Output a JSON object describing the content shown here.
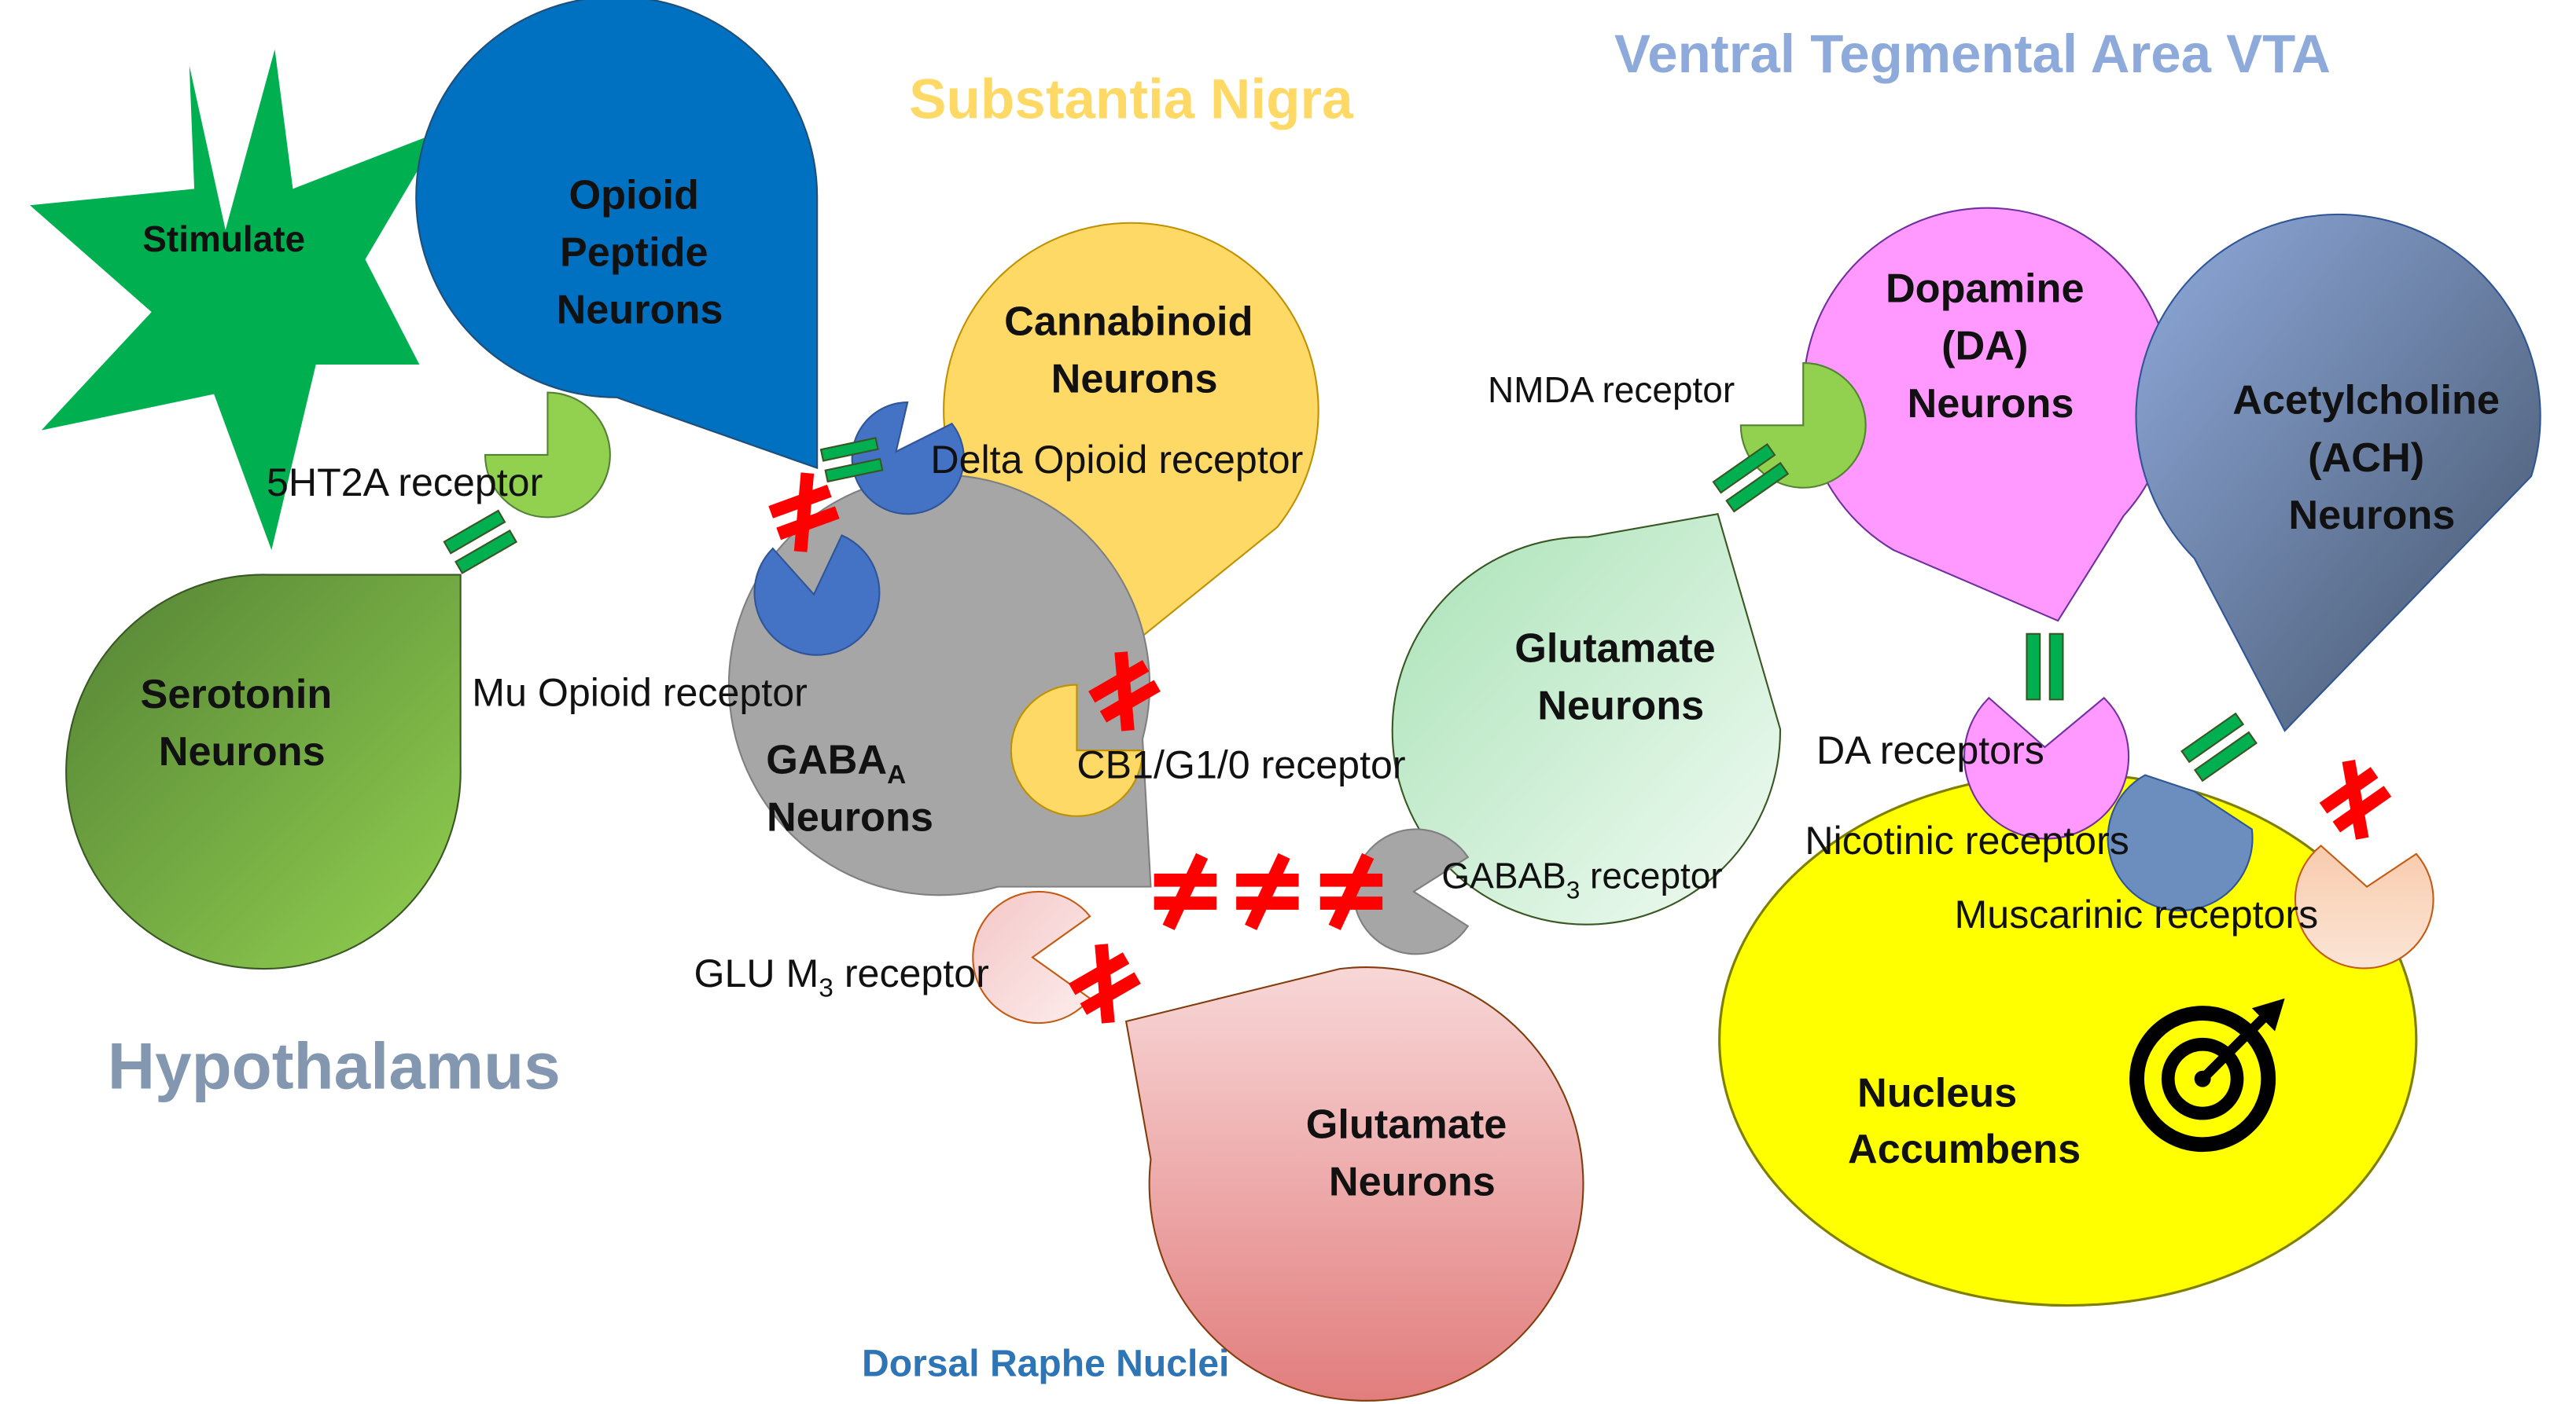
{
  "regions": {
    "substantia_nigra": "Substantia Nigra",
    "vta": "Ventral Tegmental Area VTA",
    "hypothalamus": "Hypothalamus",
    "dorsal_raphe": "Dorsal Raphe Nuclei"
  },
  "stimulate": "Stimulate",
  "neurons": {
    "opioid": [
      "Opioid",
      "Peptide",
      "Neurons"
    ],
    "cannabinoid": [
      "Cannabinoid",
      "Neurons"
    ],
    "serotonin": [
      "Serotonin",
      "Neurons"
    ],
    "gaba": {
      "main": "GABA",
      "sub": "A",
      "line2": "Neurons"
    },
    "glutamate_vta": [
      "Glutamate",
      "Neurons"
    ],
    "glutamate_drn": [
      "Glutamate",
      "Neurons"
    ],
    "dopamine": [
      "Dopamine",
      "(DA)",
      "Neurons"
    ],
    "acetylcholine": [
      "Acetylcholine",
      "(ACH)",
      "Neurons"
    ],
    "nucleus_accumbens": [
      "Nucleus",
      "Accumbens"
    ]
  },
  "receptors": {
    "r5ht2a": "5HT2A receptor",
    "delta_opioid": "Delta Opioid receptor",
    "mu_opioid": "Mu Opioid receptor",
    "cb1": "CB1/G1/0 receptor",
    "nmda": "NMDA receptor",
    "gabab": {
      "main": "GABAB",
      "sub": "3",
      "rest": " receptor"
    },
    "glu_m3": {
      "main": "GLU M",
      "sub": "3",
      "rest": " receptor"
    },
    "da": "DA receptors",
    "nicotinic": "Nicotinic receptors",
    "muscarinic": "Muscarinic receptors"
  },
  "colors": {
    "stimulate": "#00b050",
    "opioid": "#0070c0",
    "cannabinoid": "#ffd966",
    "serotonin": "#70ad47",
    "gaba": "#a6a6a6",
    "glutamate_vta": "#c6efce",
    "glutamate_drn": "#f4b6b6",
    "dopamine": "#ff99ff",
    "acetylcholine": "#6f8fc7",
    "nucleus_accumbens": "#ffff00",
    "activate_symbol": "#00b050",
    "inhibit_symbol": "#ff0000",
    "region_substantia_nigra": "#ffd966",
    "region_vta": "#8eaadb",
    "region_hypothalamus": "#8497b0",
    "region_dorsal_raphe": "#2e75b6"
  },
  "icons": [
    "target-icon",
    "equal-sign-activation",
    "not-equal-sign-inhibition"
  ]
}
